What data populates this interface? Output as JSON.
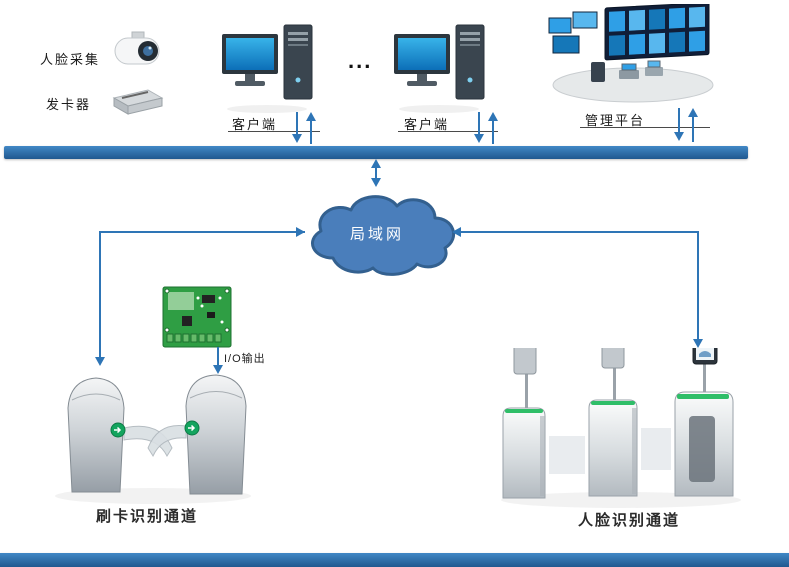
{
  "labels": {
    "face_capture": "人脸采集",
    "card_issuer": "发卡器",
    "client_left": "客户端",
    "client_right": "客户端",
    "ellipsis": "...",
    "management": "管理平台",
    "lan": "局域网",
    "io_output": "I/O输出",
    "card_channel": "刷卡识别通道",
    "face_channel": "人脸识别通道"
  },
  "colors": {
    "network_bar": "#2e74b5",
    "cloud_fill": "#4a7ebb",
    "cloud_stroke": "#33608f",
    "arrow": "#2e75b6",
    "pcb_green": "#2f9e44",
    "led_green": "#2fbe68",
    "screen_blue": "#2f9fe6"
  },
  "icons": {
    "camera": "dome-camera-icon",
    "card_device": "card-dispenser-icon",
    "client": "desktop-computer-icon",
    "management": "control-center-icon",
    "lan": "cloud-shape",
    "controller": "access-controller-board-icon",
    "left_gate": "swing-barrier-gates",
    "right_gate": "face-recognition-turnstiles"
  }
}
